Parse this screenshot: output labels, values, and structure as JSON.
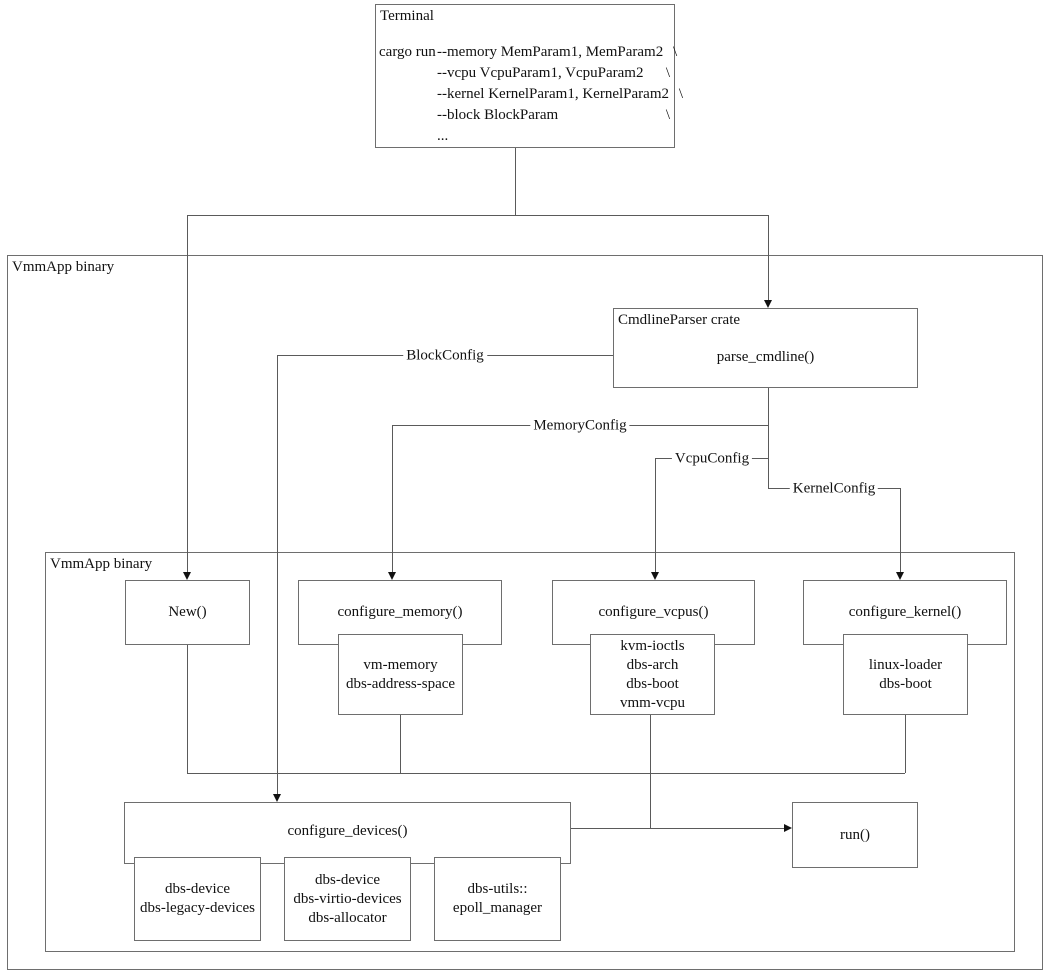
{
  "diagram": {
    "terminal": {
      "title": "Terminal",
      "command_prefix": "cargo run",
      "lines": [
        {
          "text": "--memory MemParam1, MemParam2",
          "cont": "\\"
        },
        {
          "text": "--vcpu VcpuParam1, VcpuParam2",
          "cont": "\\"
        },
        {
          "text": "--kernel KernelParam1, KernelParam2",
          "cont": "\\"
        },
        {
          "text": "--block BlockParam",
          "cont": "\\"
        },
        {
          "text": "...",
          "cont": ""
        }
      ]
    },
    "outer_container_label": "VmmApp binary",
    "inner_container_label": "VmmApp binary",
    "cmdline_parser": {
      "title": "CmdlineParser crate",
      "function": "parse_cmdline()"
    },
    "edge_labels": {
      "block": "BlockConfig",
      "memory": "MemoryConfig",
      "vcpu": "VcpuConfig",
      "kernel": "KernelConfig"
    },
    "functions": {
      "new": "New()",
      "configure_memory": "configure_memory()",
      "configure_vcpus": "configure_vcpus()",
      "configure_kernel": "configure_kernel()",
      "configure_devices": "configure_devices()",
      "run": "run()"
    },
    "crates": {
      "memory": "vm-memory\ndbs-address-space",
      "vcpu": "kvm-ioctls\ndbs-arch\ndbs-boot\nvmm-vcpu",
      "kernel": "linux-loader\ndbs-boot",
      "devices_legacy": "dbs-device\ndbs-legacy-devices",
      "devices_virtio": "dbs-device\ndbs-virtio-devices\ndbs-allocator",
      "devices_utils": "dbs-utils::\nepoll_manager"
    },
    "colors": {
      "line": "#5a5a5a",
      "border": "#6e6e6e",
      "arrow": "#111111",
      "text": "#111111",
      "background": "#ffffff"
    }
  }
}
